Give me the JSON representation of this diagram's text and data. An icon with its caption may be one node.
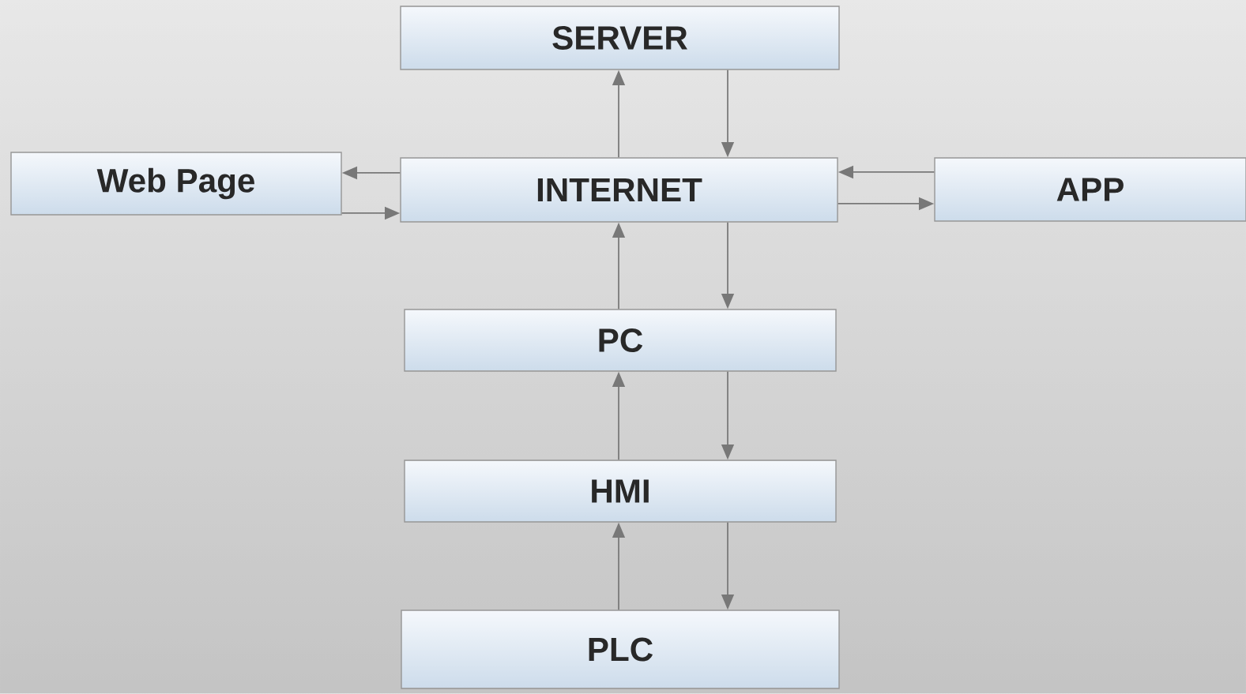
{
  "diagram": {
    "nodes": [
      {
        "text": [
          "SERVER"
        ]
      },
      {
        "text": [
          "Web Page"
        ]
      },
      {
        "text": [
          "INTERNET"
        ]
      },
      {
        "text": [
          "APP"
        ]
      },
      {
        "text": [
          "PC"
        ]
      },
      {
        "text": [
          "HMI"
        ]
      },
      {
        "text": [
          "PLC"
        ]
      }
    ],
    "edges": [
      {
        "from": 2,
        "to": 0,
        "arrow": "to"
      },
      {
        "from": 0,
        "to": 2,
        "arrow": "to"
      },
      {
        "from": 2,
        "to": 1,
        "arrow": "to"
      },
      {
        "from": 1,
        "to": 2,
        "arrow": "to"
      },
      {
        "from": 3,
        "to": 2,
        "arrow": "to"
      },
      {
        "from": 2,
        "to": 3,
        "arrow": "to"
      },
      {
        "from": 4,
        "to": 2,
        "arrow": "to"
      },
      {
        "from": 2,
        "to": 4,
        "arrow": "to"
      },
      {
        "from": 5,
        "to": 4,
        "arrow": "to"
      },
      {
        "from": 4,
        "to": 5,
        "arrow": "to"
      },
      {
        "from": 6,
        "to": 5,
        "arrow": "to"
      },
      {
        "from": 5,
        "to": 6,
        "arrow": "to"
      }
    ]
  }
}
